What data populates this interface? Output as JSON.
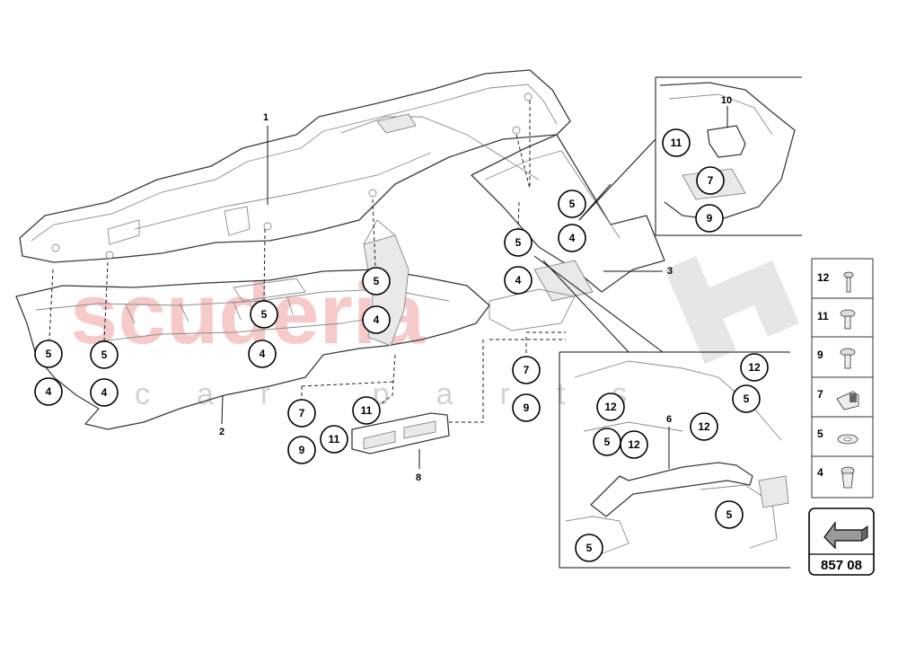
{
  "watermark": {
    "main": "scuderia",
    "sub": "car parts"
  },
  "leaders": [
    "1",
    "2",
    "3",
    "6",
    "8",
    "10"
  ],
  "callouts": {
    "c5a": "5",
    "c4a": "4",
    "c5b": "5",
    "c4b": "4",
    "c5c": "5",
    "c4c": "4",
    "c5d": "5",
    "c4d": "4",
    "c7a": "7",
    "c9a": "9",
    "c11a": "11",
    "c11b": "11",
    "c5e": "5",
    "c4e": "4",
    "c5f": "5",
    "c4f": "4",
    "c7b": "7",
    "c9b": "9",
    "c11c": "11",
    "c7c": "7",
    "c9c": "9",
    "c12a": "12",
    "c12b": "12",
    "c12c": "12",
    "c12d": "12",
    "c5g": "5",
    "c5h": "5",
    "c5i": "5",
    "c5j": "5"
  },
  "legend": [
    "12",
    "11",
    "9",
    "7",
    "5",
    "4"
  ],
  "diagram_code": "857 08",
  "icons": [
    "fastener-screw-icon",
    "fastener-bolt-icon",
    "clip-icon",
    "washer-icon",
    "direction-arrow-icon"
  ]
}
